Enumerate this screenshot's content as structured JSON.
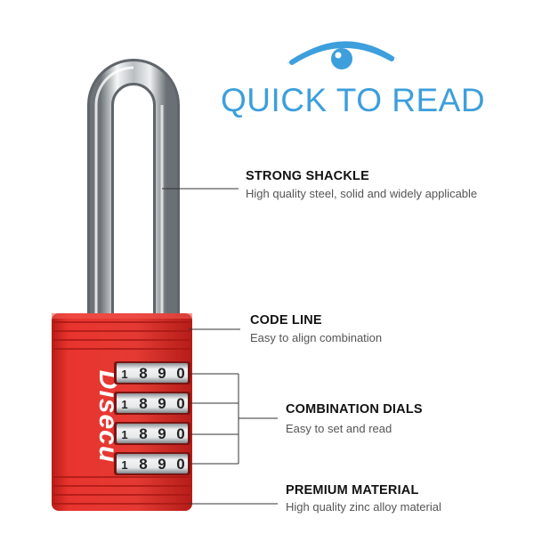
{
  "headline": "QUICK TO READ",
  "brand": "Disecu",
  "dial_digits": [
    "1",
    "8",
    "9",
    "0"
  ],
  "colors": {
    "accent_blue": "#3d9fdc",
    "lock_red": "#e8342e",
    "text_dark": "#111111",
    "text_muted": "#555555"
  },
  "features": [
    {
      "title": "STRONG SHACKLE",
      "desc": "High quality steel, solid and widely applicable"
    },
    {
      "title": "CODE LINE",
      "desc": "Easy to align combination"
    },
    {
      "title": "COMBINATION DIALS",
      "desc": "Easy to set and read"
    },
    {
      "title": "PREMIUM MATERIAL",
      "desc": "High quality zinc alloy material"
    }
  ]
}
